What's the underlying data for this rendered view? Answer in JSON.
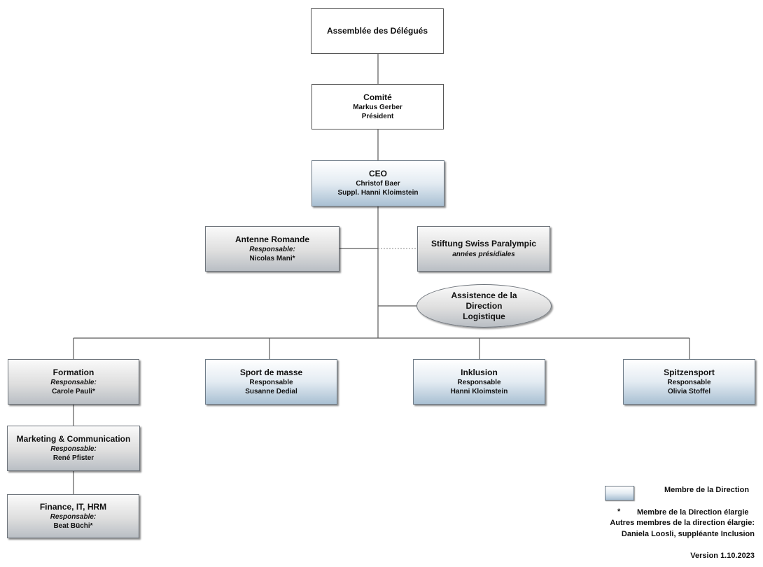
{
  "nodes": {
    "assemblee": {
      "title": "Assemblée des Délégués"
    },
    "comite": {
      "title": "Comité",
      "name": "Markus Gerber",
      "role": "Président"
    },
    "ceo": {
      "title": "CEO",
      "name": "Christof Baer",
      "deputy": "Suppl. Hanni Kloimstein"
    },
    "antenne": {
      "title": "Antenne Romande",
      "role": "Responsable:",
      "name": "Nicolas Mani*"
    },
    "stiftung": {
      "title": "Stiftung Swiss Paralympic",
      "note": "années présidiales"
    },
    "assistence": {
      "line1": "Assistence de la",
      "line2": "Direction",
      "line3": "Logistique"
    },
    "formation": {
      "title": "Formation",
      "role": "Responsable:",
      "name": "Carole Pauli*"
    },
    "sport_masse": {
      "title": "Sport de masse",
      "role": "Responsable",
      "name": "Susanne Dedial"
    },
    "inklusion": {
      "title": "Inklusion",
      "role": "Responsable",
      "name": "Hanni Kloimstein"
    },
    "spitzensport": {
      "title": "Spitzensport",
      "role": "Responsable",
      "name": "Olivia Stoffel"
    },
    "marketing": {
      "title": "Marketing & Communication",
      "role": "Responsable:",
      "name": "René Pfister"
    },
    "finance": {
      "title": "Finance, IT, HRM",
      "role": "Responsable:",
      "name": "Beat Büchi*"
    }
  },
  "legend": {
    "direction_label": "Membre de la Direction",
    "star": "*",
    "star_label": "Membre de la Direction élargie",
    "others_line1": "Autres membres de la direction élargie:",
    "others_line2": "Daniela Loosli, suppléante Inclusion",
    "version": "Version 1.10.2023"
  },
  "colors": {
    "direction_fill": "#c9d8e5",
    "other_fill": "#d9d9d9",
    "line": "#555555"
  }
}
